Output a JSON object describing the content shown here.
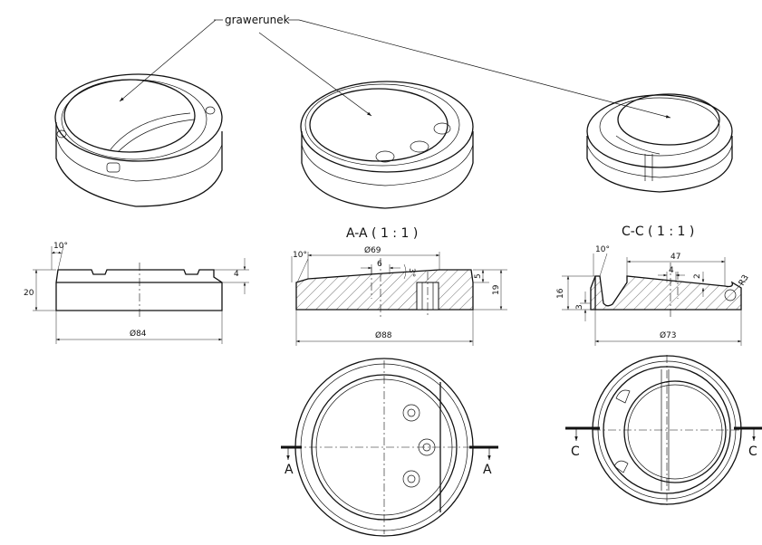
{
  "leader_label": "grawerunek",
  "section_titles": {
    "a": "A-A ( 1 : 1 )",
    "c": "C-C ( 1 : 1 )"
  },
  "cut_labels": {
    "a": "A",
    "c": "C"
  },
  "dims": {
    "left": {
      "angle": "10°",
      "height": "20",
      "step": "4",
      "diameter": "Ø84"
    },
    "middle": {
      "angle": "10°",
      "top_diameter": "Ø69",
      "w6": "6",
      "angle3": "3°",
      "h5": "5",
      "h19": "19",
      "diameter": "Ø88"
    },
    "right": {
      "angle": "10°",
      "w47": "47",
      "w4": "4",
      "h2": "2",
      "radius": "R3",
      "h16": "16",
      "h3": "3",
      "diameter": "Ø73"
    }
  }
}
